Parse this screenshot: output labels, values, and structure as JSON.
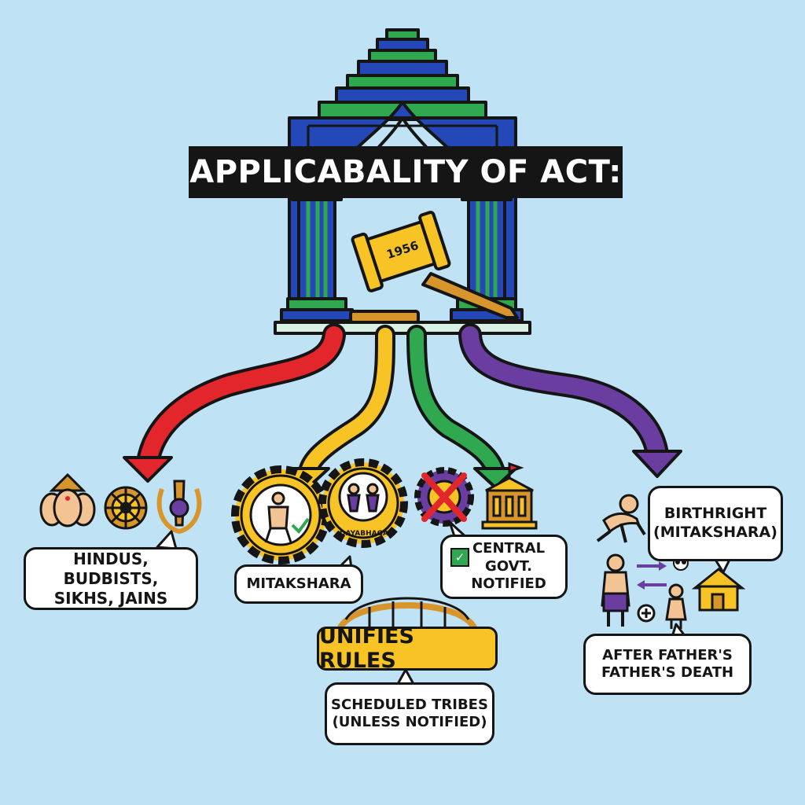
{
  "title": "APPLICABALITY OF ACT:",
  "gavel_year": "1956",
  "gear_label": "DAYABHAGA",
  "unifies_label": "UNIFIES RULES",
  "bubbles": {
    "hindus": "HINDUS, BUDBISTS,\nSIKHS, JAINS",
    "mitakshara": "MITAKSHARA",
    "central": "CENTRAL\nGOVT. NOTIFIED",
    "tribes": "SCHEDULED TRIBES\n(UNLESS NOTIFIED)",
    "birthright": "BIRTHRIGHT\n(MITAKSHARA)",
    "after": "AFTER FATHER'S\nFATHER'S DEATH"
  },
  "colors": {
    "background": "#bfe2f4",
    "red": "#e2262b",
    "yellow": "#f7c325",
    "green": "#2fa84f",
    "purple": "#6a3ea1",
    "blue": "#2448b8",
    "ink": "#151515"
  },
  "icons": [
    "temple-icon",
    "gavel-icon",
    "deity-faces-icon",
    "dharma-wheel-icon",
    "khanda-icon",
    "gear-person-icon",
    "gear-couple-icon",
    "crossed-gear-icon",
    "government-building-icon",
    "check-icon",
    "bridge-icon",
    "crawling-baby-icon",
    "father-figure-icon",
    "skull-icon",
    "house-icon",
    "child-icon",
    "plus-circle-icon"
  ]
}
